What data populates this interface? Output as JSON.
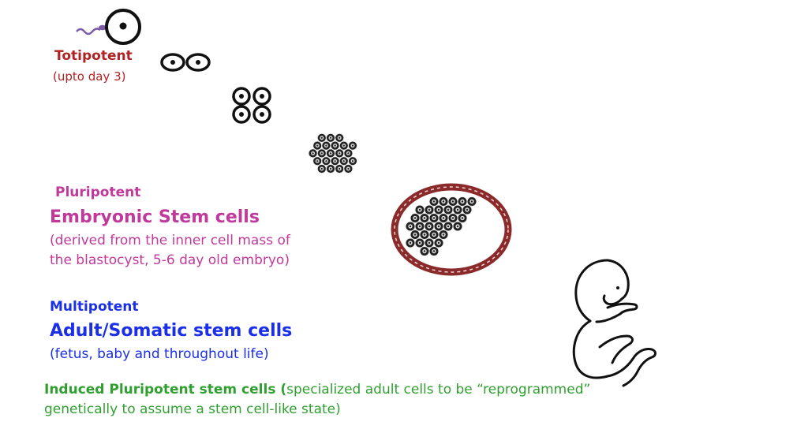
{
  "totipotent": {
    "title": "Totipotent",
    "note": "(upto day 3)"
  },
  "pluripotent": {
    "title": "Pluripotent",
    "subtitle": "Embryonic Stem cells",
    "note_line1": "(derived from the inner cell mass of",
    "note_line2": "the  blastocyst, 5-6 day old embryo)"
  },
  "multipotent": {
    "title": "Multipotent",
    "subtitle": "Adult/Somatic  stem cells",
    "note": "(fetus, baby and throughout life)"
  },
  "induced": {
    "bold_part": "Induced Pluripotent stem cells (",
    "rest_line1": "specialized adult cells to be “reprogrammed”",
    "line2": "genetically to  assume a stem cell-like state)"
  },
  "colors": {
    "totipotent": "#b22222",
    "pluripotent": "#c2399c",
    "multipotent": "#1a2fe6",
    "induced": "#2fa02f",
    "sperm": "#7b5aa6",
    "blastocyst_ring": "#8b2a2a"
  },
  "icons": [
    "sperm-icon",
    "zygote-icon",
    "two-cell-icon",
    "four-cell-icon",
    "morula-icon",
    "blastocyst-icon",
    "fetus-icon"
  ]
}
